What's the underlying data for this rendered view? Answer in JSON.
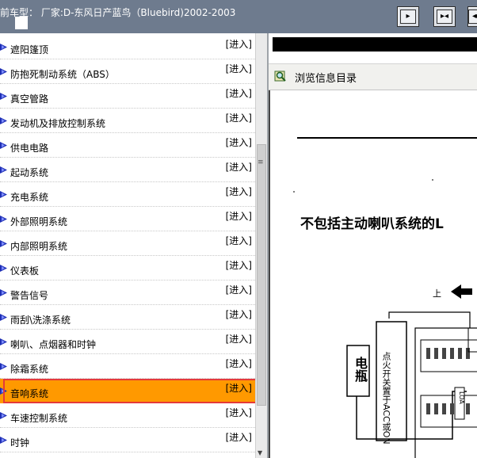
{
  "header": {
    "title": "前车型： 厂家:D-东风日产蓝鸟（Bluebird)2002-2003",
    "buttons": [
      {
        "name": "window-button-1",
        "glyph": "▸"
      },
      {
        "name": "window-button-2",
        "glyph": "▸◂"
      },
      {
        "name": "window-button-3",
        "glyph": "◂▸"
      }
    ]
  },
  "list": {
    "items": [
      {
        "label": "遮阳篷顶",
        "action": "[进入]"
      },
      {
        "label": "防抱死制动系统（ABS）",
        "action": "[进入]"
      },
      {
        "label": "真空管路",
        "action": "[进入]"
      },
      {
        "label": "发动机及排放控制系统",
        "action": "[进入]"
      },
      {
        "label": "供电电路",
        "action": "[进入]"
      },
      {
        "label": "起动系统",
        "action": "[进入]"
      },
      {
        "label": "充电系统",
        "action": "[进入]"
      },
      {
        "label": "外部照明系统",
        "action": "[进入]"
      },
      {
        "label": "内部照明系统",
        "action": "[进入]"
      },
      {
        "label": "仪表板",
        "action": "[进入]"
      },
      {
        "label": "警告信号",
        "action": "[进入]"
      },
      {
        "label": "雨刮\\洗涤系统",
        "action": "[进入]"
      },
      {
        "label": "喇叭、点烟器和时钟",
        "action": "[进入]"
      },
      {
        "label": "除霜系统",
        "action": "[进入]"
      },
      {
        "label": "音响系统",
        "action": "[进入]"
      },
      {
        "label": "车速控制系统",
        "action": "[进入]"
      },
      {
        "label": "时钟",
        "action": "[进入]"
      }
    ],
    "selected_index": 14
  },
  "viewer": {
    "toc_label": "浏览信息目录",
    "doc_heading": "不包括主动喇叭系统的L",
    "up_label": "上",
    "battery_label": "电瓶",
    "ignition_label": "点火开关置于ACC或ON",
    "loa_label": "LOA"
  },
  "colors": {
    "topbar": "#6e7b8e",
    "selected_row": "#ff9900",
    "selection_outline": "#e53a3a",
    "bullet": "#1f2fb5"
  }
}
